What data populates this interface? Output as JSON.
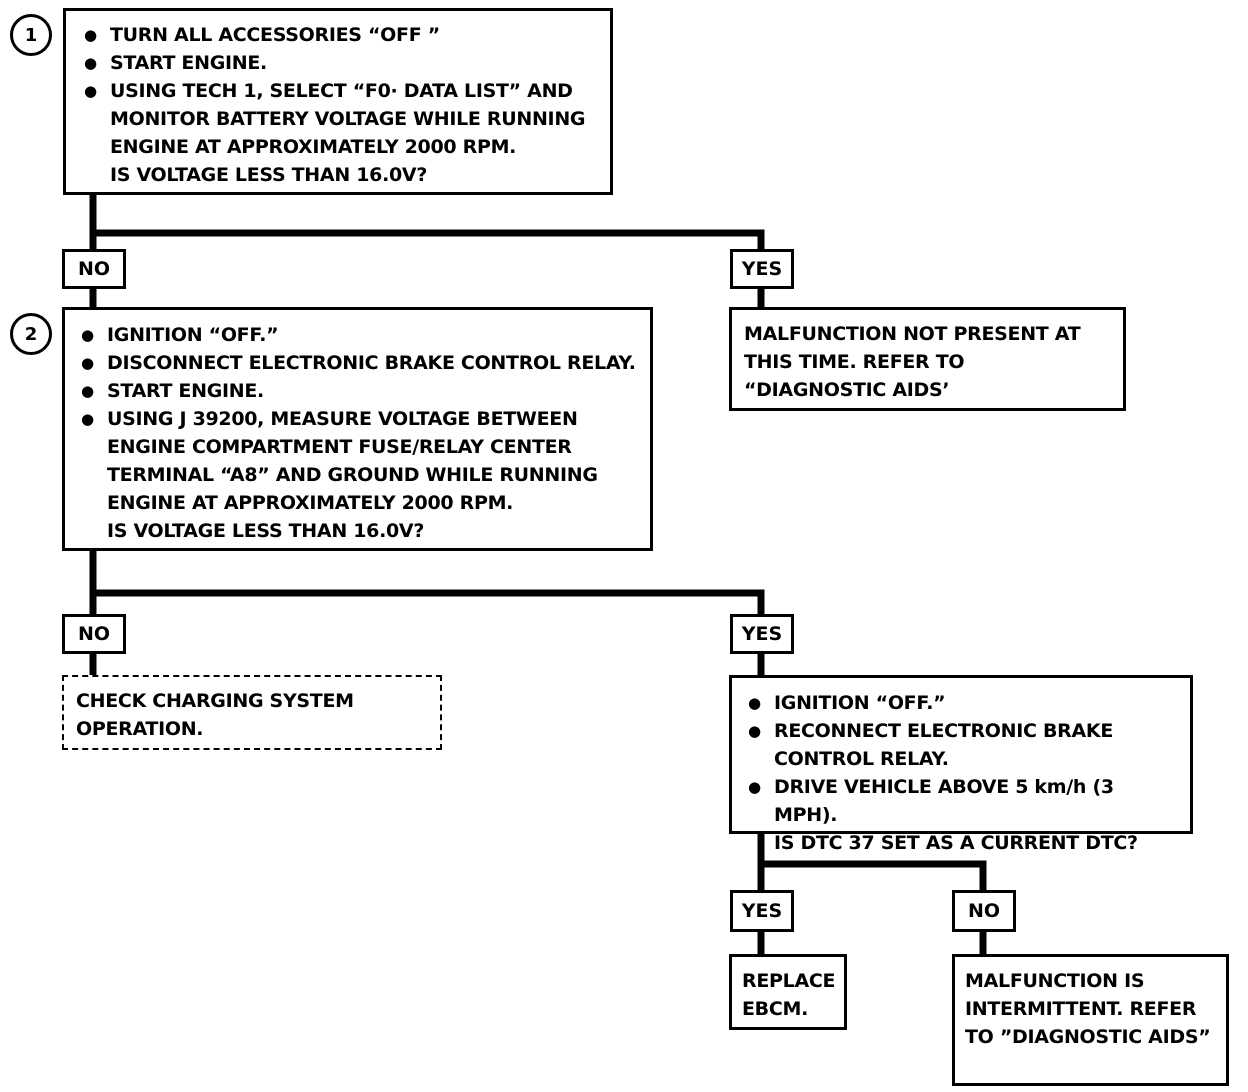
{
  "steps": {
    "step1": {
      "number": "1",
      "bullets": [
        "TURN ALL ACCESSORIES “OFF ”",
        "START ENGINE.",
        "USING TECH 1, SELECT “F0· DATA LIST” AND MONITOR BATTERY VOLTAGE WHILE RUNNING ENGINE AT APPROXIMATELY 2000 RPM."
      ],
      "question": "IS VOLTAGE LESS THAN 16.0V?"
    },
    "step2": {
      "number": "2",
      "bullets": [
        "IGNITION “OFF.”",
        "DISCONNECT ELECTRONIC BRAKE CONTROL RELAY.",
        "START ENGINE.",
        "USING J 39200, MEASURE VOLTAGE BETWEEN ENGINE COMPARTMENT FUSE/RELAY CENTER TERMINAL “A8” AND GROUND WHILE RUNNING ENGINE AT APPROXIMATELY 2000 RPM."
      ],
      "question": "IS VOLTAGE LESS THAN 16.0V?"
    },
    "step3": {
      "bullets": [
        "IGNITION “OFF.”",
        "RECONNECT ELECTRONIC BRAKE CONTROL RELAY.",
        "DRIVE VEHICLE ABOVE 5 km/h (3 MPH)."
      ],
      "question": "IS DTC 37 SET AS A CURRENT DTC?"
    }
  },
  "labels": {
    "no1": "NO",
    "yes1": "YES",
    "no2": "NO",
    "yes2": "YES",
    "yes3": "YES",
    "no3": "NO"
  },
  "results": {
    "not_present": "MALFUNCTION NOT PRESENT AT THIS TIME. REFER TO “DIAGNOSTIC AIDS’",
    "check_charging": "CHECK CHARGING SYSTEM OPERATION.",
    "replace_ebcm": "REPLACE EBCM.",
    "intermittent": "MALFUNCTION IS INTERMITTENT. REFER TO ”DIAGNOSTIC AIDS”"
  }
}
